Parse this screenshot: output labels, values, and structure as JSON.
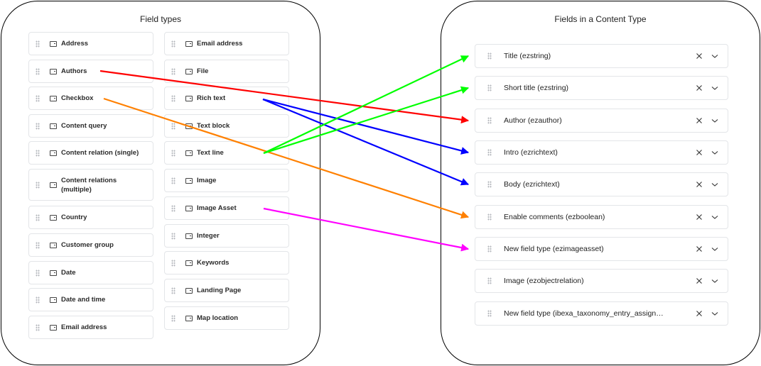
{
  "left_panel": {
    "title": "Field types",
    "column1": [
      "Address",
      "Authors",
      "Checkbox",
      "Content query",
      "Content relation (single)",
      "Content relations\n(multiple)",
      "Country",
      "Customer group",
      "Date",
      "Date and time",
      "Email address"
    ],
    "column2": [
      "Email address",
      "File",
      "Rich text",
      "Text block",
      "Text line",
      "Image",
      "Image Asset",
      "Integer",
      "Keywords",
      "Landing Page",
      "Map location"
    ]
  },
  "right_panel": {
    "title": "Fields in a Content Type",
    "fields": [
      "Title (ezstring)",
      "Short title (ezstring)",
      "Author (ezauthor)",
      "Intro (ezrichtext)",
      "Body (ezrichtext)",
      "Enable comments (ezboolean)",
      "New field type (ezimageasset)",
      "Image (ezobjectrelation)",
      "New field type (ibexa_taxonomy_entry_assign…"
    ]
  },
  "icons": {
    "drag_handle": "grip-icon",
    "field_type": "field-type-icon",
    "remove": "close-icon",
    "expand": "chevron-down-icon"
  },
  "colors": {
    "red": "#ff0000",
    "green": "#00ff00",
    "blue": "#0000ff",
    "orange": "#ff8000",
    "magenta": "#ff00ff"
  },
  "mappings": [
    {
      "from": "Authors",
      "to": [
        "Author (ezauthor)"
      ],
      "color": "red"
    },
    {
      "from": "Checkbox",
      "to": [
        "Enable comments (ezboolean)"
      ],
      "color": "orange"
    },
    {
      "from": "Rich text",
      "to": [
        "Intro (ezrichtext)",
        "Body (ezrichtext)"
      ],
      "color": "blue"
    },
    {
      "from": "Text line",
      "to": [
        "Title (ezstring)",
        "Short title (ezstring)"
      ],
      "color": "green"
    },
    {
      "from": "Image Asset",
      "to": [
        "New field type (ezimageasset)"
      ],
      "color": "magenta"
    }
  ]
}
